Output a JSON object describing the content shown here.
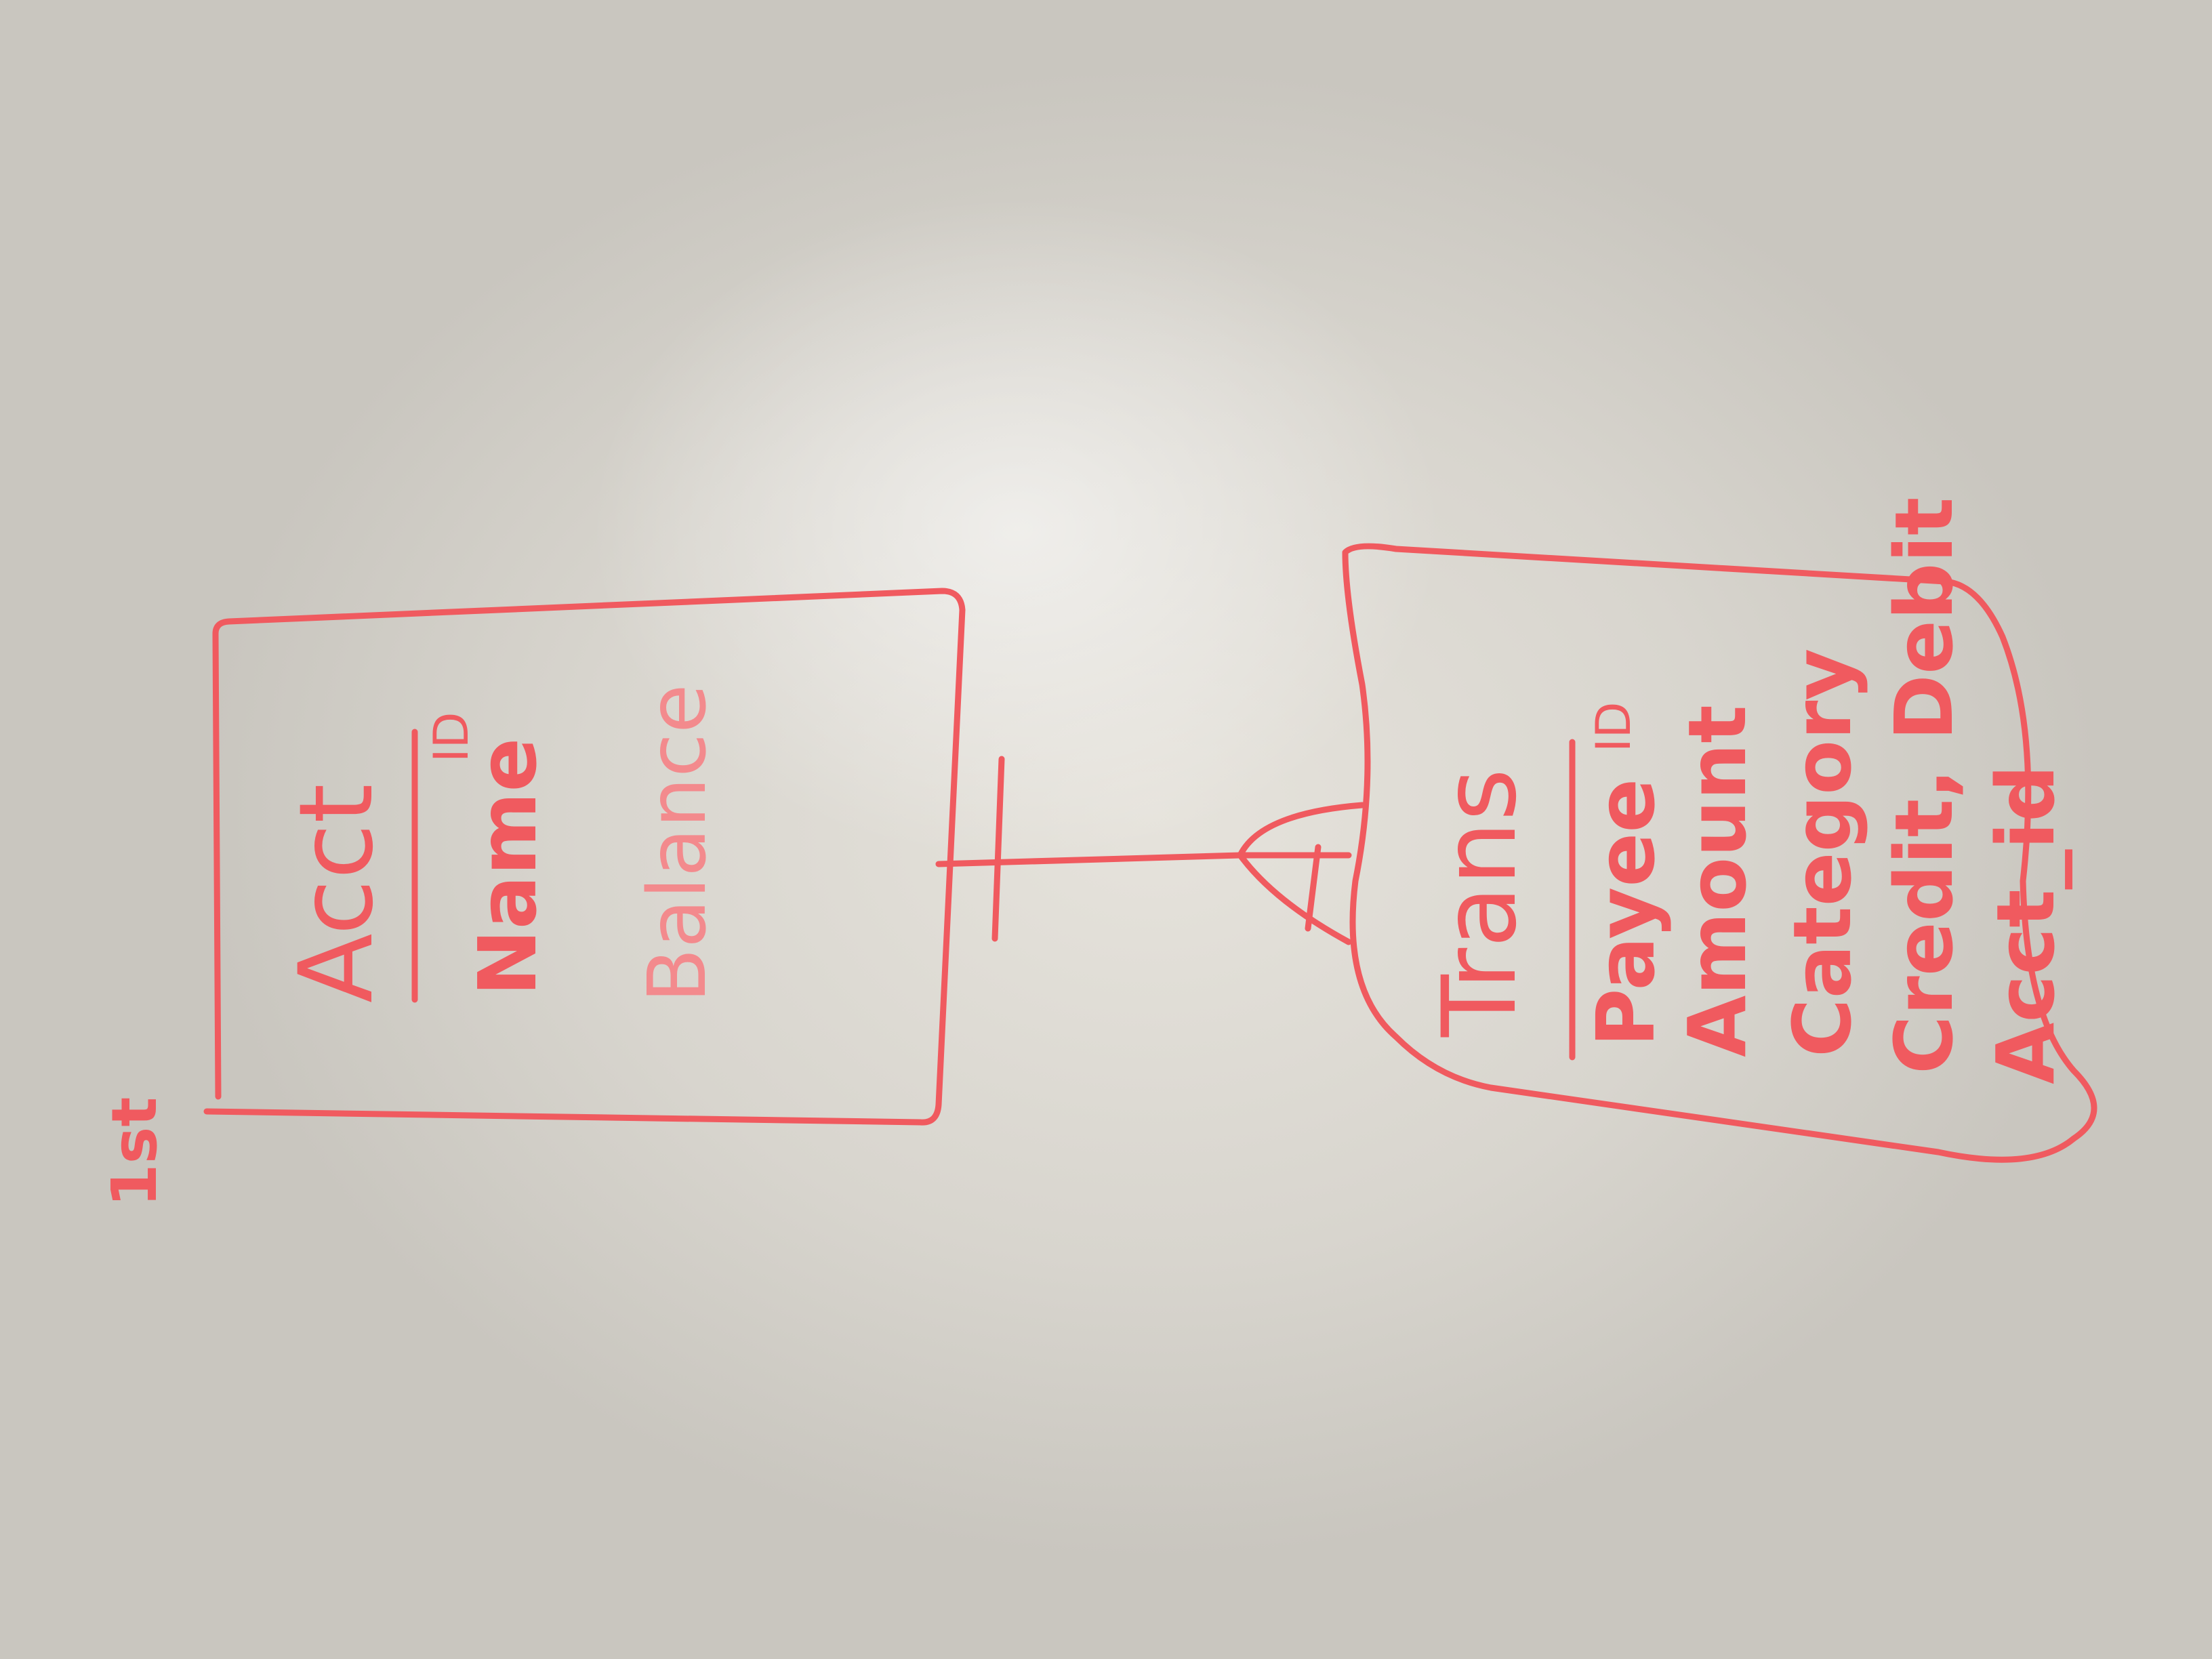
{
  "diagram": {
    "note": "1st",
    "entity_acct": {
      "title": "Acct",
      "key_label": "ID",
      "fields": [
        "Name",
        "Balance"
      ]
    },
    "entity_trans": {
      "title": "Trans",
      "key_label": "ID",
      "fields": [
        "Payee",
        "Amount",
        "Category",
        "Credit, Debit",
        "Acct_id"
      ]
    },
    "relationship": {
      "from": "Acct",
      "to": "Trans",
      "from_cardinality": "one",
      "to_cardinality": "many"
    },
    "ink_color": "#f05a5f"
  }
}
